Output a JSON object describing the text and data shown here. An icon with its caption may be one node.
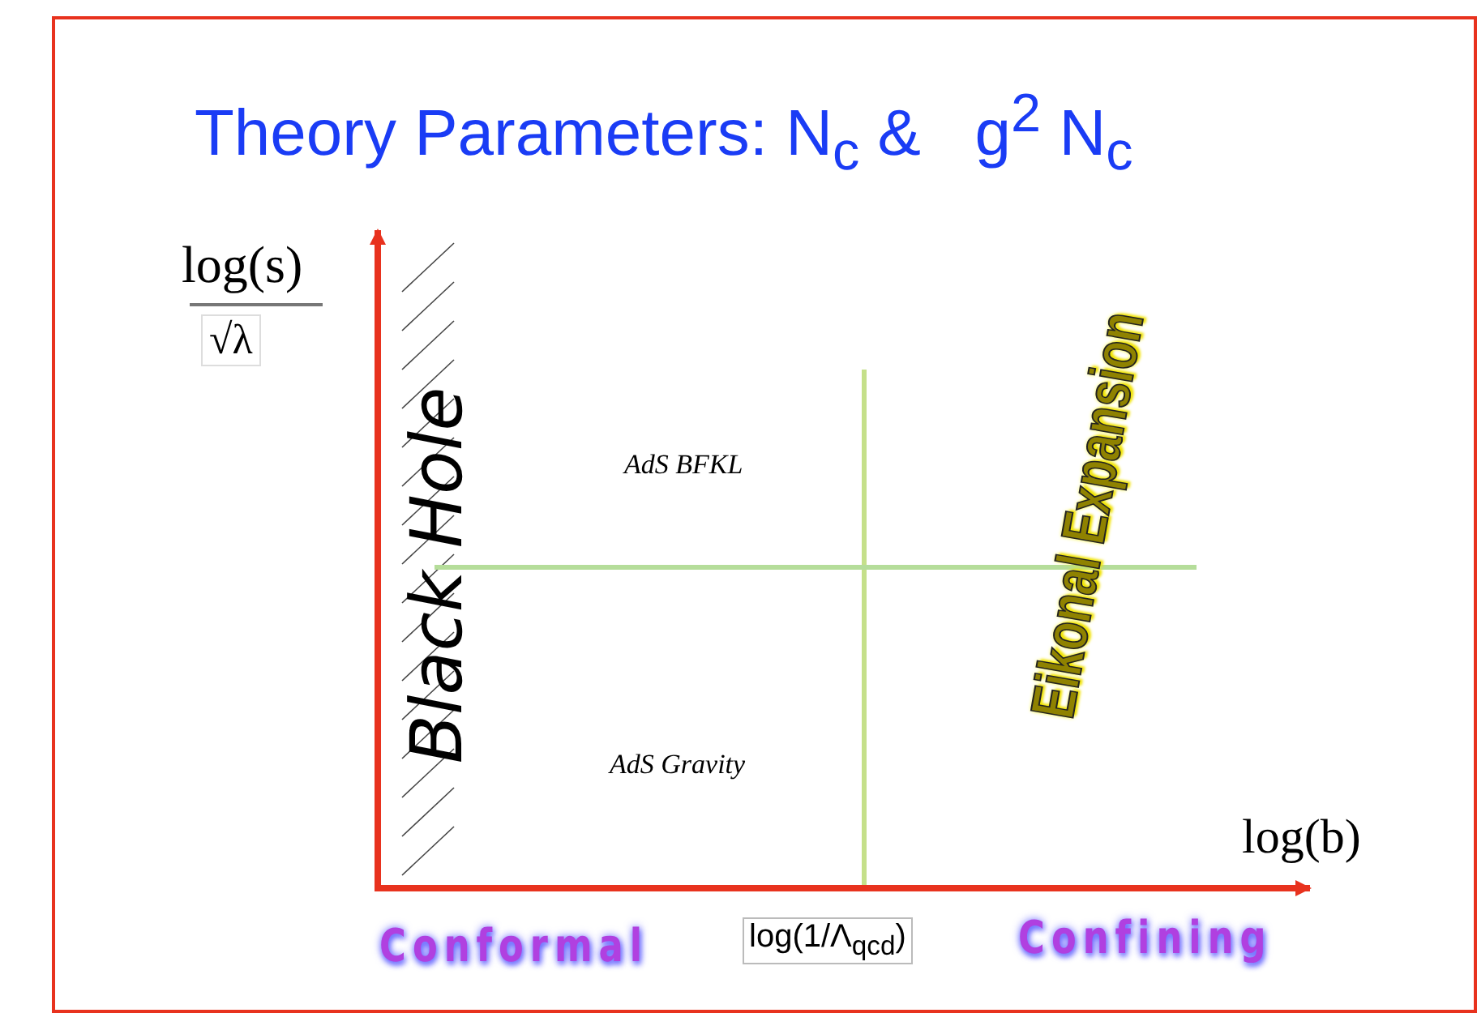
{
  "diagram": {
    "title": "Theory Parameters: N$_{c}$ &   g$^{2}$ N$_{c}$",
    "labels": [
      "log(s)",
      "√λ",
      "Black Hole",
      "AdS BFKL",
      "Eikonal Expansion",
      "AdS Gravity",
      "log(b)",
      "Conformal",
      "log(1/Λ$_{qcd}$)",
      "Confining"
    ]
  }
}
